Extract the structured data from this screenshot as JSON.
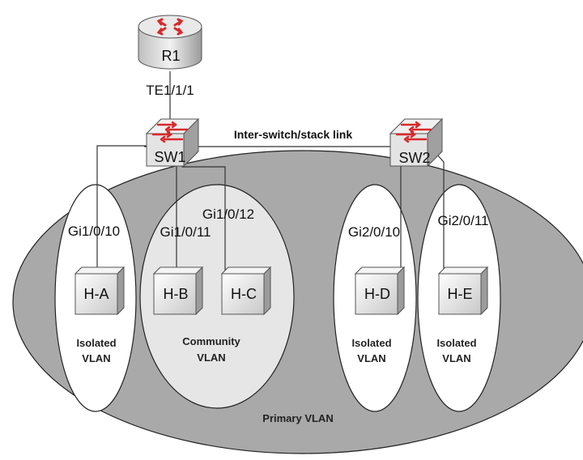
{
  "router": {
    "label": "R1"
  },
  "uplink": {
    "label": "TE1/1/1"
  },
  "switches": [
    {
      "label": "SW1"
    },
    {
      "label": "SW2"
    }
  ],
  "interswitch": {
    "label": "Inter-switch/stack link"
  },
  "ports": [
    "Gi1/0/10",
    "Gi1/0/11",
    "Gi1/0/12",
    "Gi2/0/10",
    "Gi2/0/11"
  ],
  "hosts": [
    "H-A",
    "H-B",
    "H-C",
    "H-D",
    "H-E"
  ],
  "zones": {
    "isolated_a": [
      "Isolated",
      "VLAN"
    ],
    "community": [
      "Community",
      "VLAN"
    ],
    "isolated_d": [
      "Isolated",
      "VLAN"
    ],
    "isolated_e": [
      "Isolated",
      "VLAN"
    ],
    "primary": "Primary VLAN"
  },
  "colors": {
    "primary_vlan": "#a9a9a9",
    "community_vlan": "#e6e6e6",
    "isolated_vlan": "#ffffff",
    "router_arrows": "#d9282b",
    "device_body": "#e8e8e8"
  }
}
